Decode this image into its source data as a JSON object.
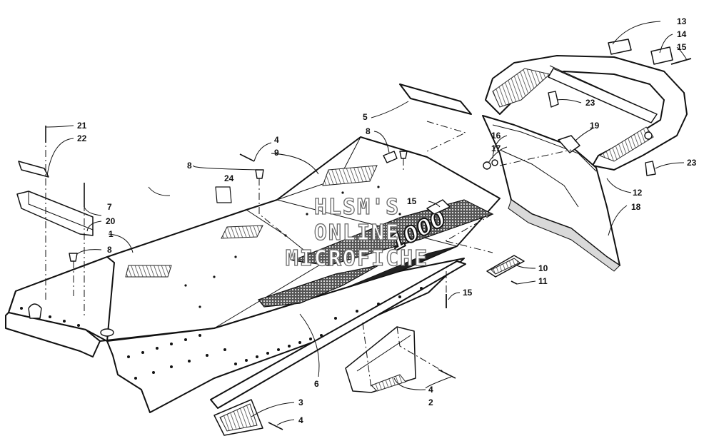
{
  "diagram": {
    "watermark_lines": [
      "HLSM'S",
      "ONLINE",
      "MICROFICHE"
    ],
    "decal_text": "1000",
    "callouts": [
      {
        "id": "1",
        "label": "1"
      },
      {
        "id": "2",
        "label": "2"
      },
      {
        "id": "3",
        "label": "3"
      },
      {
        "id": "4a",
        "label": "4"
      },
      {
        "id": "4b",
        "label": "4"
      },
      {
        "id": "4c",
        "label": "4"
      },
      {
        "id": "5",
        "label": "5"
      },
      {
        "id": "6",
        "label": "6"
      },
      {
        "id": "7",
        "label": "7"
      },
      {
        "id": "8a",
        "label": "8"
      },
      {
        "id": "8b",
        "label": "8"
      },
      {
        "id": "8c",
        "label": "8"
      },
      {
        "id": "9",
        "label": "9"
      },
      {
        "id": "10",
        "label": "10"
      },
      {
        "id": "11",
        "label": "11"
      },
      {
        "id": "12",
        "label": "12"
      },
      {
        "id": "13",
        "label": "13"
      },
      {
        "id": "14",
        "label": "14"
      },
      {
        "id": "15a",
        "label": "15"
      },
      {
        "id": "15b",
        "label": "15"
      },
      {
        "id": "15c",
        "label": "15"
      },
      {
        "id": "16",
        "label": "16"
      },
      {
        "id": "17",
        "label": "17"
      },
      {
        "id": "18",
        "label": "18"
      },
      {
        "id": "19",
        "label": "19"
      },
      {
        "id": "20",
        "label": "20"
      },
      {
        "id": "21",
        "label": "21"
      },
      {
        "id": "22",
        "label": "22"
      },
      {
        "id": "23a",
        "label": "23"
      },
      {
        "id": "23b",
        "label": "23"
      },
      {
        "id": "24",
        "label": "24"
      }
    ]
  }
}
